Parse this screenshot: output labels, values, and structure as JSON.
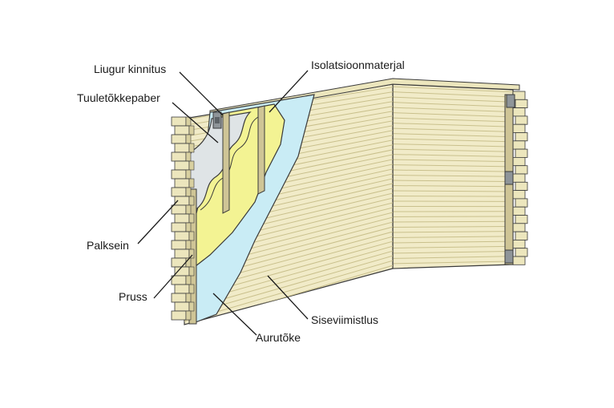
{
  "labels": {
    "liugur_kinnitus": "Liugur kinnitus",
    "tuuletokkepaber": "Tuuletõkkepaber",
    "palksein": "Palksein",
    "pruss": "Pruss",
    "aurutoke": "Aurutõke",
    "isolatsioonmaterjal": "Isolatsioonmaterjal",
    "siseviimistlus": "Siseviimistlus"
  },
  "colors": {
    "log": "#ece6bd",
    "log_dark": "#d8d0a0",
    "panel": "#f1ebc8",
    "panel_line": "#c9c08c",
    "insulation": "#f3f393",
    "vapor_barrier": "#c9ecf5",
    "wind_paper": "#dfe4e6",
    "batten": "#cfc596",
    "bracket": "#8f9599",
    "outline": "#3a3a3a"
  }
}
